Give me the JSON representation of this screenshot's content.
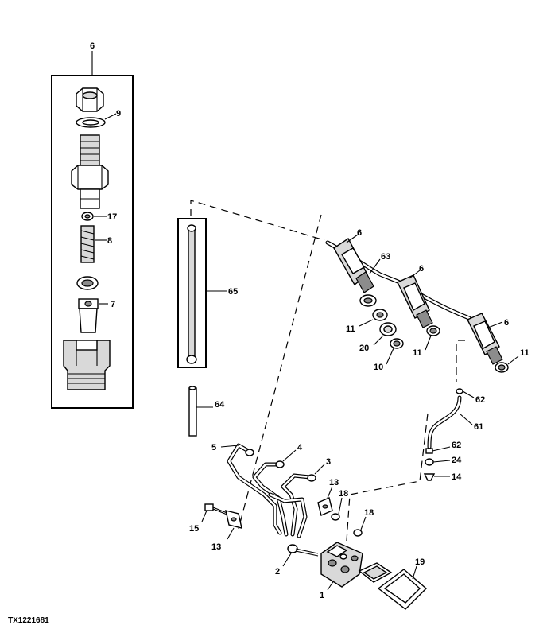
{
  "figure_id": "TX1221681",
  "callouts": {
    "inset_6": "6",
    "inset_9": "9",
    "inset_17": "17",
    "inset_8": "8",
    "inset_7": "7",
    "rod_65": "65",
    "pipe_64": "64",
    "nozzle_6a": "6",
    "line_63": "63",
    "nozzle_6b": "6",
    "nozzle_6c": "6",
    "seal_11a": "11",
    "washer_20": "20",
    "seal_10": "10",
    "seal_11b": "11",
    "seal_11c": "11",
    "fitting_62a": "62",
    "hose_61": "61",
    "fitting_62b": "62",
    "washer_24": "24",
    "clip_14": "14",
    "line_5": "5",
    "line_4": "4",
    "line_3": "3",
    "clamp_13a": "13",
    "nut_18a": "18",
    "nut_18b": "18",
    "screw_15": "15",
    "clamp_13b": "13",
    "bolt_2": "2",
    "pump_1": "1",
    "gasket_19": "19"
  }
}
